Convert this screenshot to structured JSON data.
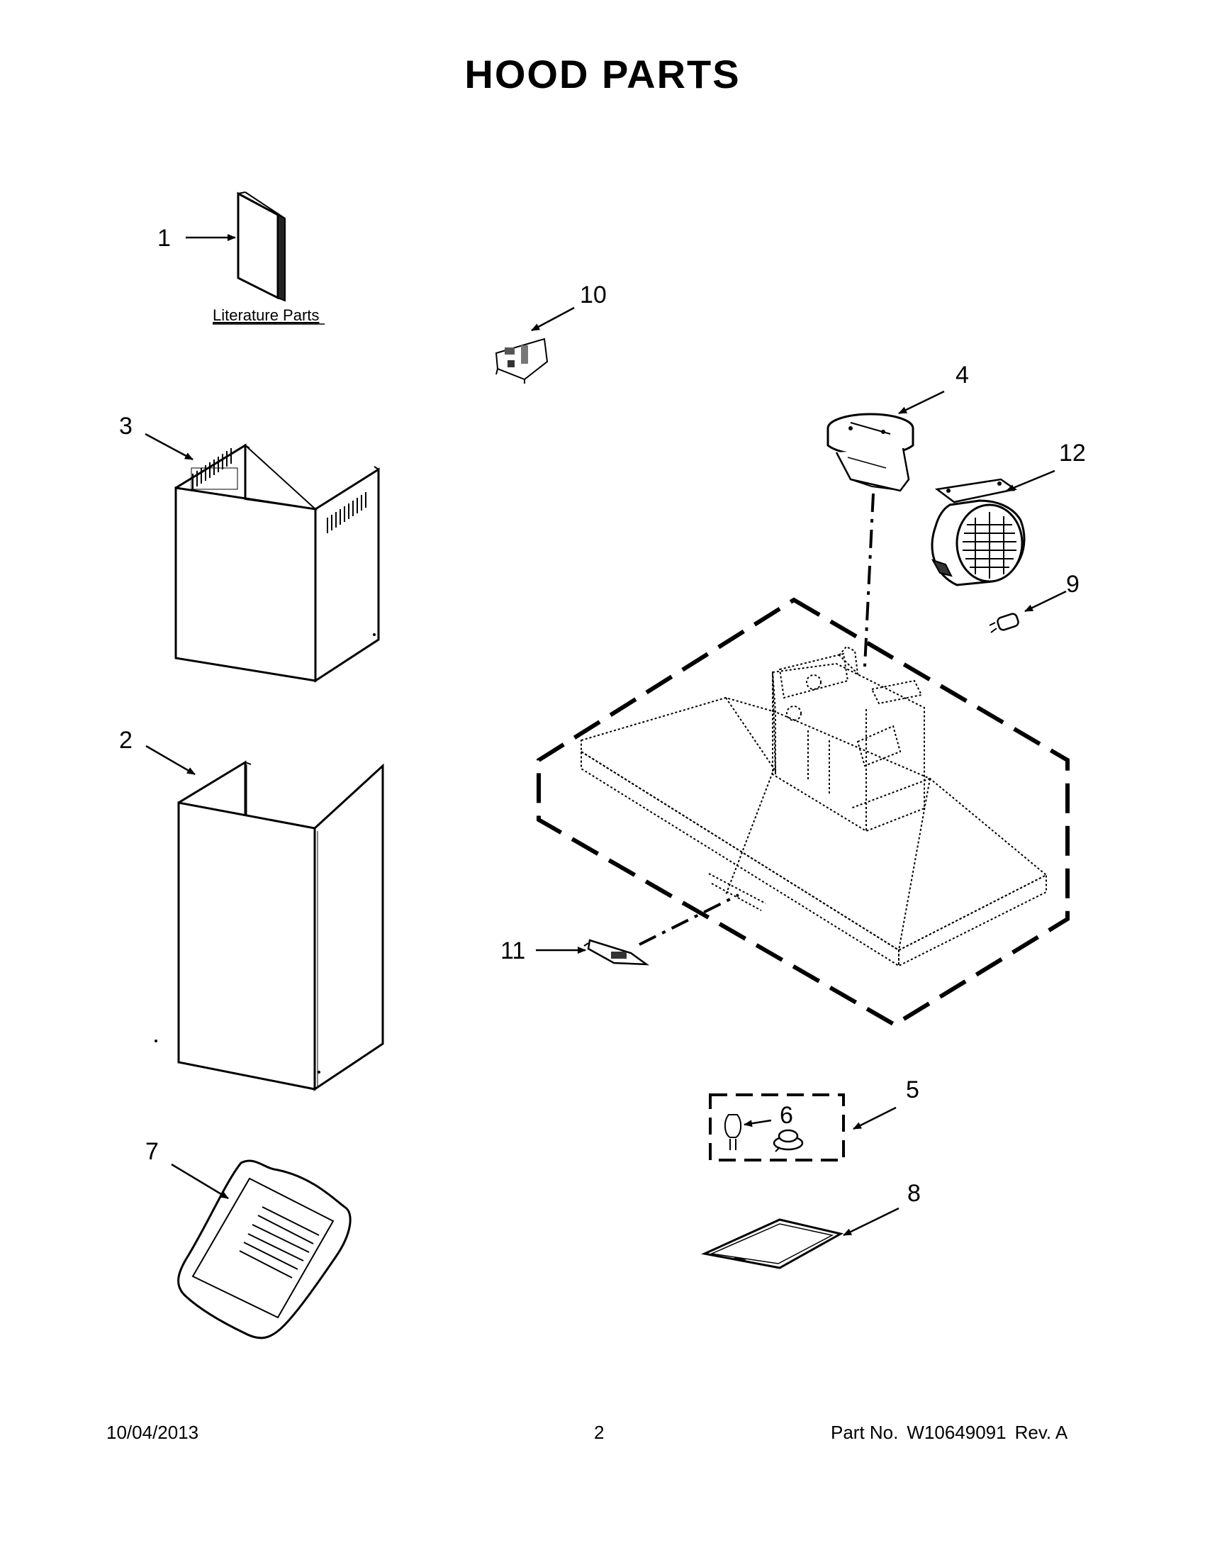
{
  "title": "HOOD PARTS",
  "literature_label": "Literature Parts",
  "callouts": {
    "c1": "1",
    "c2": "2",
    "c3": "3",
    "c4": "4",
    "c5": "5",
    "c6": "6",
    "c7": "7",
    "c8": "8",
    "c9": "9",
    "c10": "10",
    "c11": "11",
    "c12": "12"
  },
  "footer": {
    "date": "10/04/2013",
    "page": "2",
    "part_label": "Part No.",
    "part_number": "W10649091",
    "revision": "Rev.  A"
  },
  "colors": {
    "line": "#000000",
    "background": "#ffffff"
  }
}
